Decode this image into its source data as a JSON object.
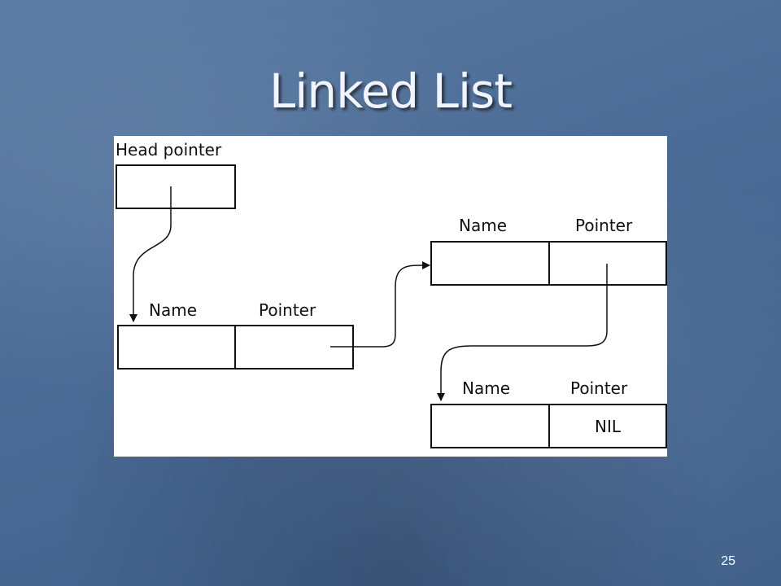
{
  "slide": {
    "title": "Linked List",
    "page_number": "25"
  },
  "diagram": {
    "head_label": "Head pointer",
    "nodes": [
      {
        "name_label": "Name",
        "pointer_label": "Pointer",
        "pointer_value": ""
      },
      {
        "name_label": "Name",
        "pointer_label": "Pointer",
        "pointer_value": ""
      },
      {
        "name_label": "Name",
        "pointer_label": "Pointer",
        "pointer_value": "NIL"
      }
    ]
  },
  "colors": {
    "background": "#4a6b95",
    "title_text": "#f2f5ff",
    "panel": "#ffffff",
    "ink": "#111111"
  }
}
